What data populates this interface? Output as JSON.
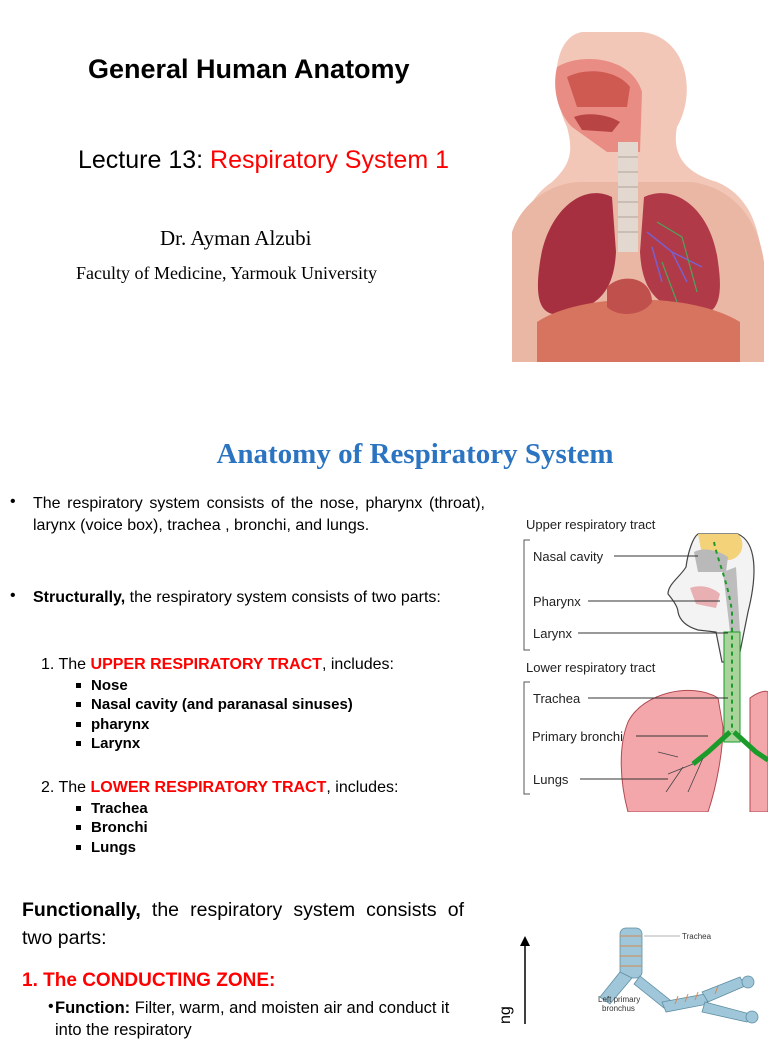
{
  "slide1": {
    "title": "General Human Anatomy",
    "lecture_prefix": "Lecture 13",
    "lecture_colon": ":",
    "lecture_topic": " Respiratory System 1",
    "author": "Dr. Ayman Alzubi",
    "affiliation": "Faculty of Medicine, Yarmouk University",
    "image_icon": "respiratory-system-illustration"
  },
  "slide2": {
    "title": "Anatomy of Respiratory System",
    "bullet1": "The respiratory system consists of the nose, pharynx (throat), larynx (voice box), trachea , bronchi, and lungs.",
    "bullet2_bold": "Structurally,",
    "bullet2_rest": " the respiratory system consists of two parts:",
    "upper_prefix": "1. The ",
    "upper_red": "UPPER RESPIRATORY TRACT",
    "upper_suffix": ", includes:",
    "upper_items": [
      "Nose",
      "Nasal cavity (and paranasal sinuses)",
      "pharynx",
      "Larynx"
    ],
    "lower_prefix": "2. The ",
    "lower_red": "LOWER RESPIRATORY TRACT",
    "lower_suffix": ", includes:",
    "lower_items": [
      "Trachea",
      "Bronchi",
      "Lungs"
    ],
    "diagram": {
      "upper_heading": "Upper respiratory tract",
      "lower_heading": "Lower respiratory tract",
      "labels": [
        "Nasal cavity",
        "Pharynx",
        "Larynx",
        "Trachea",
        "Primary bronchi",
        "Lungs"
      ]
    }
  },
  "slide3": {
    "functionally_bold": "Functionally,",
    "functionally_rest": " the respiratory system consists of two parts:",
    "zone_num": "1. The ",
    "zone_name": "CONDUCTING ZONE:",
    "function_bold": "Function:",
    "function_rest": " Filter, warm, and moisten air and conduct it into the respiratory",
    "figure_labels": {
      "trachea": "Trachea",
      "left_primary": "Left primary",
      "bronchus": "bronchus",
      "axis_text": "ng"
    }
  },
  "colors": {
    "title_blue": "#2b74c1",
    "accent_red": "#ff0000",
    "airway_green": "#1a9b2a",
    "lung_pink": "#f4a7ab"
  }
}
